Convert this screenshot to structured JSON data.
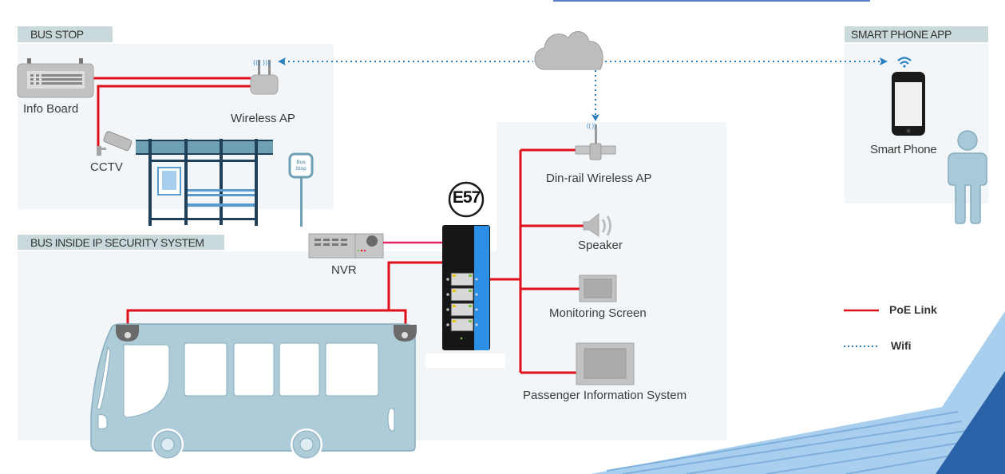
{
  "diagram": {
    "sections": {
      "bus_stop": "BUS STOP",
      "bus_inside": "BUS INSIDE IP SECURITY SYSTEM",
      "smart_phone_app": "SMART PHONE APP"
    },
    "devices": {
      "info_board": "Info Board",
      "wireless_ap": "Wireless AP",
      "cctv": "CCTV",
      "bus_stop_sign": "Bus Stop",
      "nvr": "NVR",
      "switch_badge": "E57",
      "din_rail_ap": "Din-rail Wireless AP",
      "speaker": "Speaker",
      "monitoring_screen": "Monitoring Screen",
      "passenger_info": "Passenger Information System",
      "smart_phone": "Smart Phone"
    },
    "legend": {
      "poe_link": "PoE Link",
      "wifi": "Wifi"
    },
    "colors": {
      "poe": "#e0101a",
      "nvr_link": "#e8206a",
      "wifi": "#2a7fc0",
      "panel_bg": "#f2f6f8",
      "header_bg": "#c9d9dc",
      "bus": "#aecbd8",
      "accent_dark": "#2a62a8",
      "accent_light": "#a9cfee"
    }
  }
}
